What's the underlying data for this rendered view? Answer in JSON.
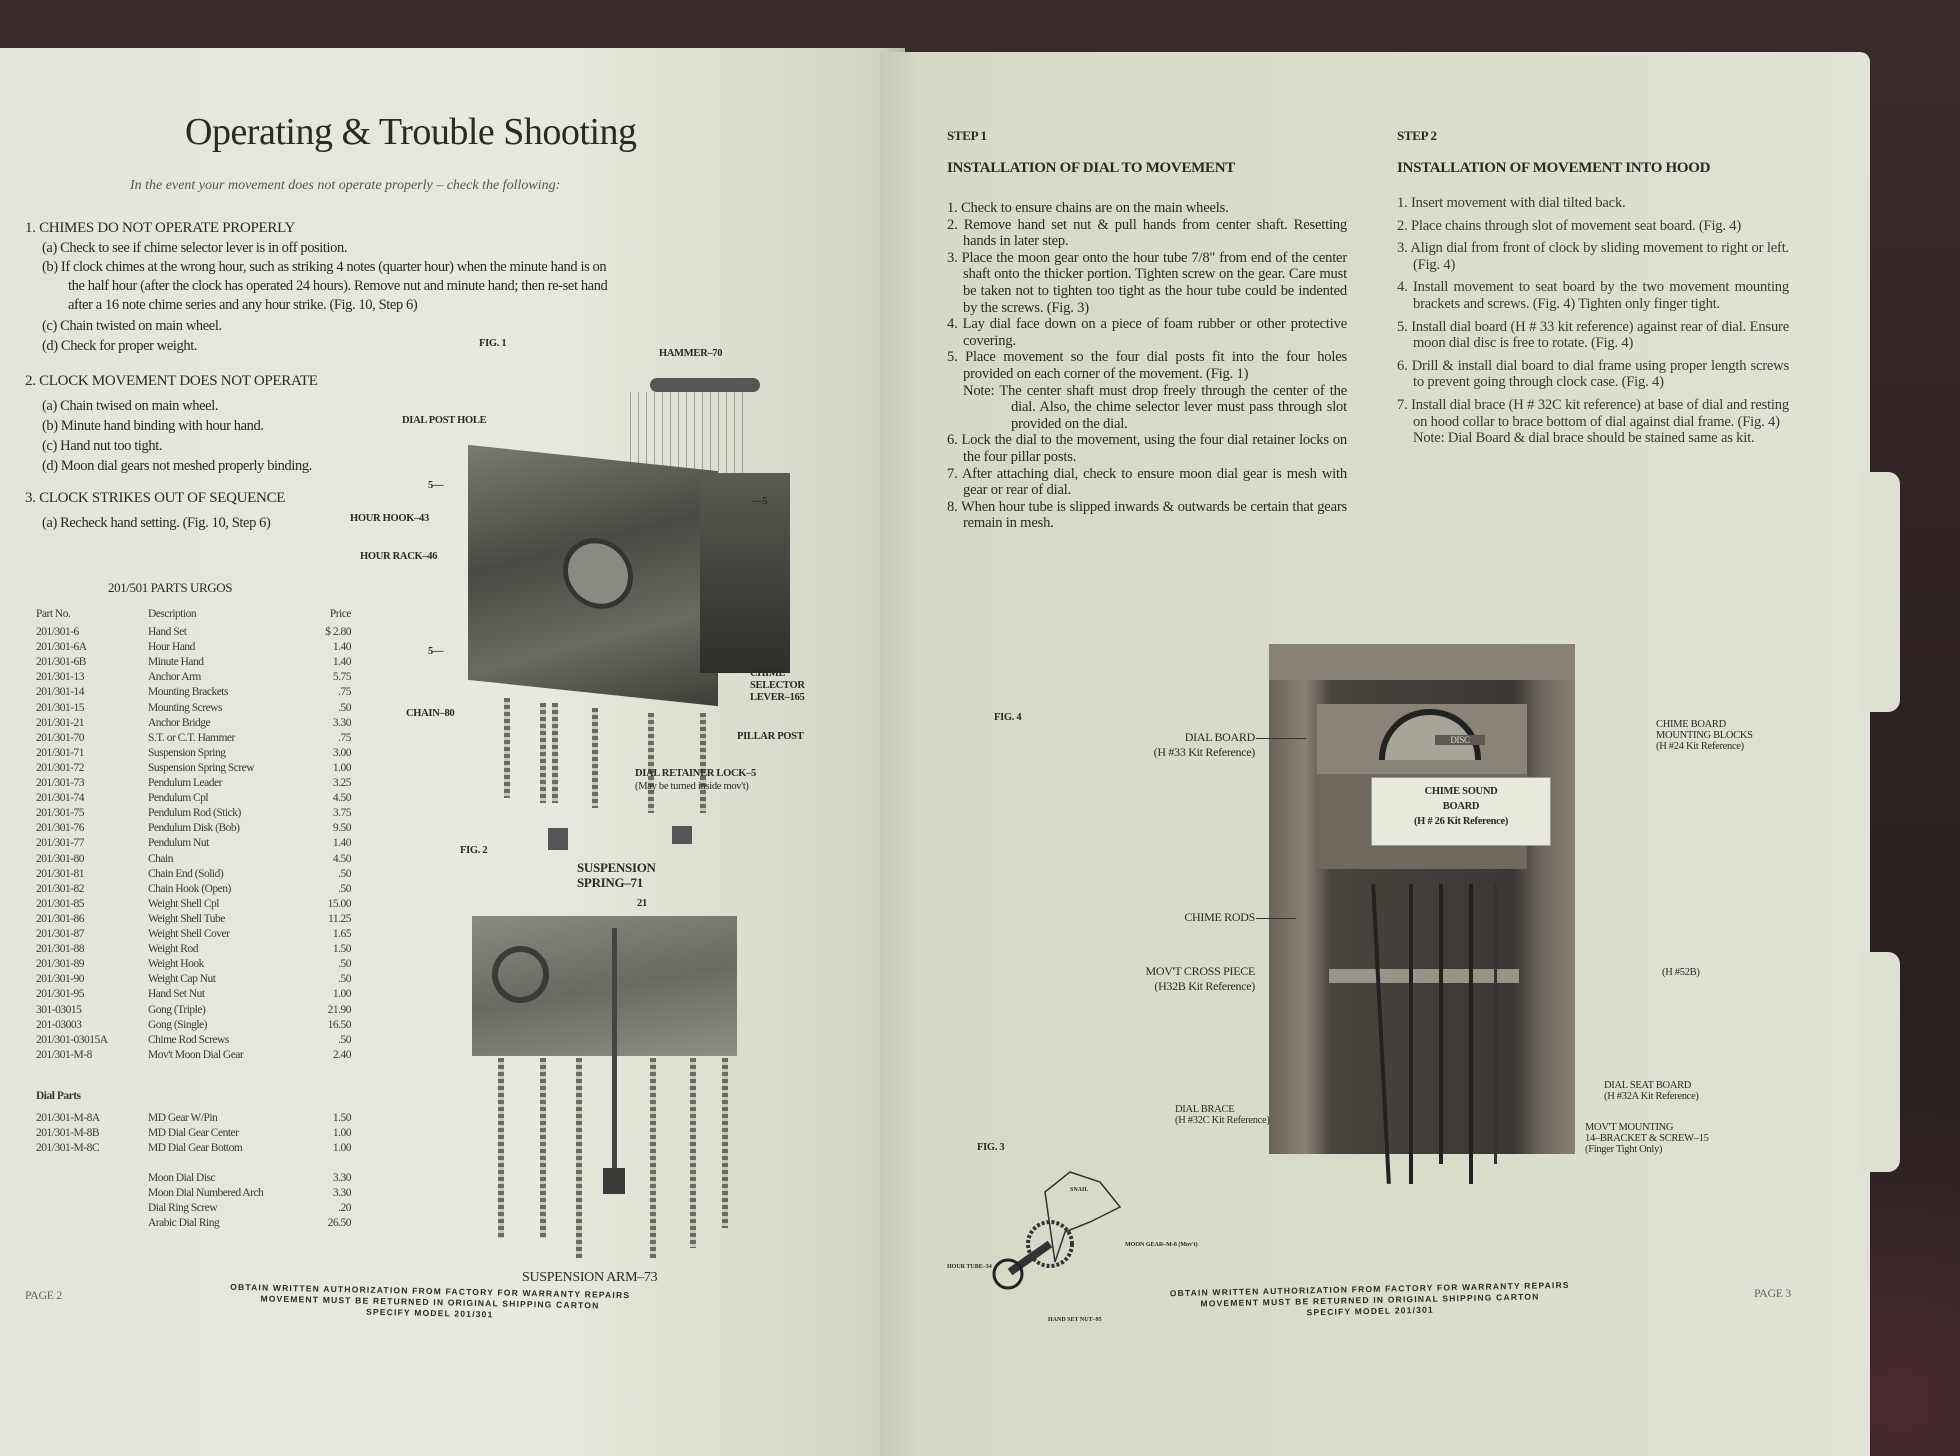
{
  "left_page": {
    "title": "Operating & Trouble Shooting",
    "subtitle": "In the event your movement does not operate properly – check the following:",
    "sections": [
      {
        "heading": "1. CHIMES DO NOT OPERATE PROPERLY",
        "items": [
          "(a) Check to see if chime selector lever is in off position.",
          "(b) If clock chimes at the wrong hour, such as striking 4 notes (quarter hour) when the minute hand is on",
          "the half hour (after the clock has operated 24 hours). Remove nut and minute hand; then re-set hand",
          "after a 16 note chime series and any hour strike. (Fig. 10, Step 6)",
          "(c) Chain twisted on main wheel.",
          "(d) Check for proper weight."
        ]
      },
      {
        "heading": "2. CLOCK MOVEMENT DOES NOT OPERATE",
        "items": [
          "(a) Chain twised on main wheel.",
          "(b) Minute hand binding with hour hand.",
          "(c) Hand nut too tight.",
          "(d) Moon dial gears not meshed properly binding."
        ]
      },
      {
        "heading": "3. CLOCK STRIKES OUT OF SEQUENCE",
        "items": [
          "(a) Recheck hand setting. (Fig. 10, Step 6)"
        ]
      }
    ],
    "parts": {
      "title": "201/501 PARTS URGOS",
      "headers": {
        "part_no": "Part No.",
        "description": "Description",
        "price": "Price"
      },
      "rows": [
        [
          "201/301-6",
          "Hand Set",
          "$ 2.80"
        ],
        [
          "201/301-6A",
          "Hour Hand",
          "1.40"
        ],
        [
          "201/301-6B",
          "Minute Hand",
          "1.40"
        ],
        [
          "201/301-13",
          "Anchor Arm",
          "5.75"
        ],
        [
          "201/301-14",
          "Mounting Brackets",
          ".75"
        ],
        [
          "201/301-15",
          "Mounting Screws",
          ".50"
        ],
        [
          "201/301-21",
          "Anchor Bridge",
          "3.30"
        ],
        [
          "201/301-70",
          "S.T. or C.T. Hammer",
          ".75"
        ],
        [
          "201/301-71",
          "Suspension Spring",
          "3.00"
        ],
        [
          "201/301-72",
          "Suspension Spring Screw",
          "1.00"
        ],
        [
          "201/301-73",
          "Pendulum Leader",
          "3.25"
        ],
        [
          "201/301-74",
          "Pendulum Cpl",
          "4.50"
        ],
        [
          "201/301-75",
          "Pendulum Rod (Stick)",
          "3.75"
        ],
        [
          "201/301-76",
          "Pendulum Disk (Bob)",
          "9.50"
        ],
        [
          "201/301-77",
          "Pendulum Nut",
          "1.40"
        ],
        [
          "201/301-80",
          "Chain",
          "4.50"
        ],
        [
          "201/301-81",
          "Chain End (Solid)",
          ".50"
        ],
        [
          "201/301-82",
          "Chain Hook (Open)",
          ".50"
        ],
        [
          "201/301-85",
          "Weight Shell Cpl",
          "15.00"
        ],
        [
          "201/301-86",
          "Weight Shell Tube",
          "11.25"
        ],
        [
          "201/301-87",
          "Weight Shell Cover",
          "1.65"
        ],
        [
          "201/301-88",
          "Weight Rod",
          "1.50"
        ],
        [
          "201/301-89",
          "Weight Hook",
          ".50"
        ],
        [
          "201/301-90",
          "Weight Cap Nut",
          ".50"
        ],
        [
          "201/301-95",
          "Hand Set Nut",
          "1.00"
        ],
        [
          "301-03015",
          "Gong (Triple)",
          "21.90"
        ],
        [
          "201-03003",
          "Gong (Single)",
          "16.50"
        ],
        [
          "201/301-03015A",
          "Chime Rod Screws",
          ".50"
        ],
        [
          "201/301-M-8",
          "Mov't Moon Dial Gear",
          "2.40"
        ]
      ],
      "dial_parts_label": "Dial Parts",
      "dial_rows": [
        [
          "201/301-M-8A",
          "MD Gear W/Pin",
          "1.50"
        ],
        [
          "201/301-M-8B",
          "MD Dial Gear Center",
          "1.00"
        ],
        [
          "201/301-M-8C",
          "MD Dial Gear Bottom",
          "1.00"
        ],
        [
          "",
          "Moon Dial Disc",
          "3.30"
        ],
        [
          "",
          "Moon Dial Numbered Arch",
          "3.30"
        ],
        [
          "",
          "Dial Ring Screw",
          ".20"
        ],
        [
          "",
          "Arabic Dial Ring",
          "26.50"
        ]
      ]
    },
    "fig1": {
      "label": "FIG. 1",
      "callouts": {
        "hammer": "HAMMER–70",
        "dial_post_hole": "DIAL POST HOLE",
        "five_a": "5—",
        "five_b": "—5",
        "five_c": "5—",
        "hour_hook": "HOUR HOOK–43",
        "hour_rack": "HOUR RACK–46",
        "chain": "CHAIN–80",
        "chime_selector": "CHIME SELECTOR LEVER–165",
        "pillar_post": "PILLAR POST",
        "dial_retainer": "DIAL RETAINER LOCK–5",
        "dial_retainer_note": "(May be turned inside mov't)"
      }
    },
    "fig2": {
      "label": "FIG. 2",
      "callouts": {
        "suspension_spring": "SUSPENSION SPRING–71",
        "num21": "21",
        "suspension_arm": "SUSPENSION ARM–73"
      }
    },
    "page_number": "PAGE 2",
    "footer": [
      "OBTAIN WRITTEN AUTHORIZATION FROM FACTORY FOR WARRANTY REPAIRS",
      "MOVEMENT MUST BE RETURNED IN ORIGINAL SHIPPING CARTON",
      "SPECIFY MODEL 201/301"
    ]
  },
  "right_page": {
    "step1": {
      "step": "STEP 1",
      "heading": "INSTALLATION OF DIAL TO MOVEMENT",
      "items": [
        "1. Check to ensure chains are on the main wheels.",
        "2. Remove hand set nut & pull hands from center shaft. Resetting hands in later step.",
        "3. Place the moon gear onto the hour tube 7/8\" from end of the center shaft onto the thicker portion. Tighten screw on the gear. Care must be taken not to tighten too tight as the hour tube could be indented by the screws. (Fig. 3)",
        "4. Lay dial face down on a piece of foam rubber or other protective covering.",
        "5. Place movement so the four dial posts fit into the four holes provided on each corner of the movement. (Fig. 1)",
        "Note: The center shaft must drop freely through the center of the dial. Also, the chime selector lever must pass through slot provided on the dial.",
        "6. Lock the dial to the movement, using the four dial retainer locks on the four pillar posts.",
        "7. After attaching dial, check to ensure moon dial gear is mesh with gear or rear of dial.",
        "8. When hour tube is slipped inwards & outwards be certain that gears remain in mesh."
      ]
    },
    "step2": {
      "step": "STEP 2",
      "heading": "INSTALLATION OF MOVEMENT INTO HOOD",
      "items": [
        "1. Insert movement with dial tilted back.",
        "2. Place chains through slot of movement seat board. (Fig. 4)",
        "3. Align dial from front of clock by sliding movement to right or left. (Fig. 4)",
        "4. Install movement to seat board by the two movement mounting brackets and screws. (Fig. 4) Tighten only finger tight.",
        "5. Install dial board (H # 33 kit reference) against rear of dial. Ensure moon dial disc is free to rotate. (Fig. 4)",
        "6. Drill & install dial board to dial frame using proper length screws to prevent going through clock case. (Fig. 4)",
        "7. Install dial brace (H # 32C kit reference) at base of dial and resting on hood collar to brace bottom of dial against dial frame. (Fig. 4)",
        "Note: Dial Board & dial brace should be stained same as kit."
      ]
    },
    "fig4": {
      "label": "FIG. 4",
      "disc": "DISC",
      "dial_board": "DIAL BOARD",
      "dial_board_ref": "(H #33 Kit Reference)",
      "chime_board": "CHIME BOARD",
      "chime_board_2": "MOUNTING BLOCKS",
      "chime_board_ref": "(H #24 Kit Reference)",
      "sound_board": "CHIME SOUND",
      "sound_board_2": "BOARD",
      "sound_board_ref": "(H # 26 Kit Reference)",
      "chime_rods": "CHIME RODS",
      "cross_piece": "MOV'T CROSS PIECE",
      "cross_piece_ref": "(H32B Kit Reference)",
      "h52b": "(H #52B)",
      "dial_seat": "DIAL SEAT BOARD",
      "dial_seat_ref": "(H #32A Kit Reference)",
      "dial_brace": "DIAL BRACE",
      "dial_brace_ref": "(H #32C Kit Reference)",
      "mounting": "MOV'T MOUNTING",
      "mounting_2": "14–BRACKET & SCREW–15",
      "mounting_3": "(Finger Tight Only)"
    },
    "fig3": {
      "label": "FIG. 3",
      "snail": "SNAIL",
      "moon_gear": "MOON GEAR–M-8 (Mov't)",
      "hour_tube": "HOUR TUBE–34",
      "hand_set_nut": "HAND SET NUT–95"
    },
    "page_number": "PAGE 3",
    "footer": [
      "OBTAIN WRITTEN AUTHORIZATION FROM FACTORY FOR WARRANTY REPAIRS",
      "MOVEMENT MUST BE RETURNED IN ORIGINAL SHIPPING CARTON",
      "SPECIFY MODEL 201/301"
    ]
  }
}
